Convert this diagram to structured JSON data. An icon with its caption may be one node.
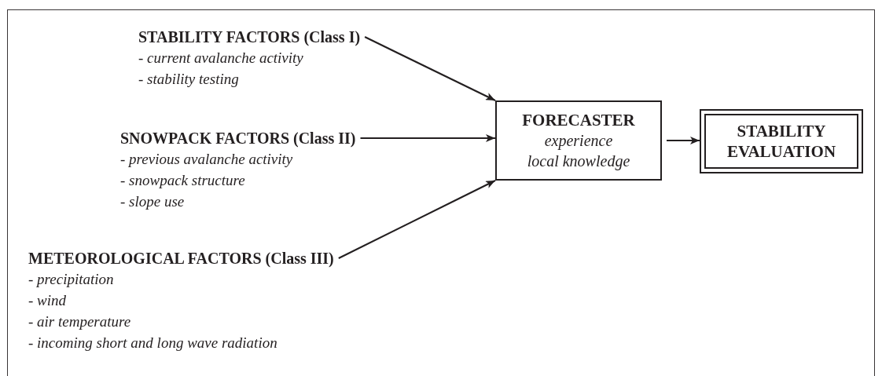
{
  "diagram": {
    "nodes": [
      {
        "text": [
          "STABILITY FACTORS (Class I)",
          "- current avalanche activity",
          "- stability testing"
        ]
      },
      {
        "text": [
          "SNOWPACK FACTORS (Class II)",
          "- previous avalanche activity",
          "- snowpack structure",
          "- slope use"
        ]
      },
      {
        "text": [
          "METEOROLOGICAL FACTORS (Class III)",
          "- precipitation",
          "- wind",
          "- air temperature",
          "- incoming short and long wave radiation"
        ]
      },
      {
        "text": [
          "FORECASTER",
          "experience",
          "local knowledge"
        ]
      },
      {
        "text": [
          "STABILITY EVALUATION"
        ]
      }
    ],
    "edges": [
      {
        "from": 0,
        "to": 3,
        "arrow": "to"
      },
      {
        "from": 1,
        "to": 3,
        "arrow": "to"
      },
      {
        "from": 2,
        "to": 3,
        "arrow": "to"
      },
      {
        "from": 3,
        "to": 4,
        "arrow": "to"
      }
    ]
  }
}
